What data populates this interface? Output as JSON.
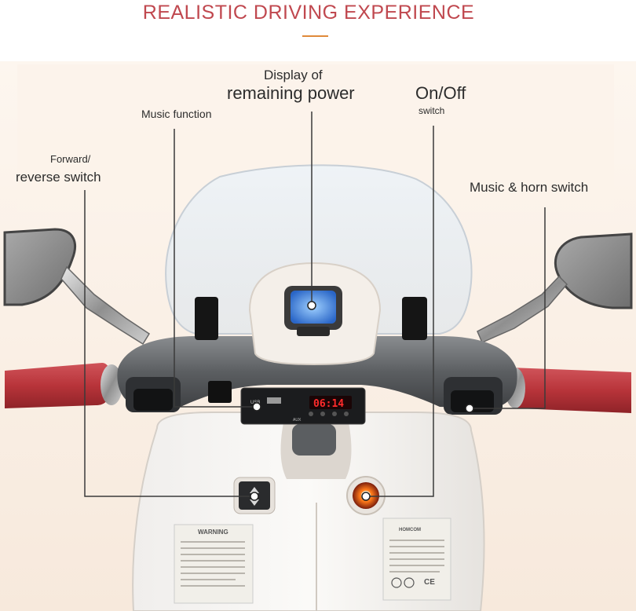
{
  "header": {
    "title": "REALISTIC DRIVING EXPERIENCE",
    "accent_color": "#e08a3a",
    "title_color": "#c0484f"
  },
  "callouts": {
    "display": {
      "line1": "Display of",
      "line2": "remaining power"
    },
    "on_off": {
      "line1": "On/Off",
      "line2": "switch"
    },
    "music_function": {
      "label": "Music function"
    },
    "forward_reverse": {
      "line1": "Forward/",
      "line2": "reverse switch"
    },
    "music_horn": {
      "label": "Music & horn switch"
    }
  },
  "panel": {
    "display_digits": "06:14",
    "usb_label": "USB",
    "aux_label": "AUX"
  },
  "labels_plate": {
    "warning_text": "WARNING",
    "brand_text": "HOMCOM",
    "ce_mark": "CE"
  }
}
